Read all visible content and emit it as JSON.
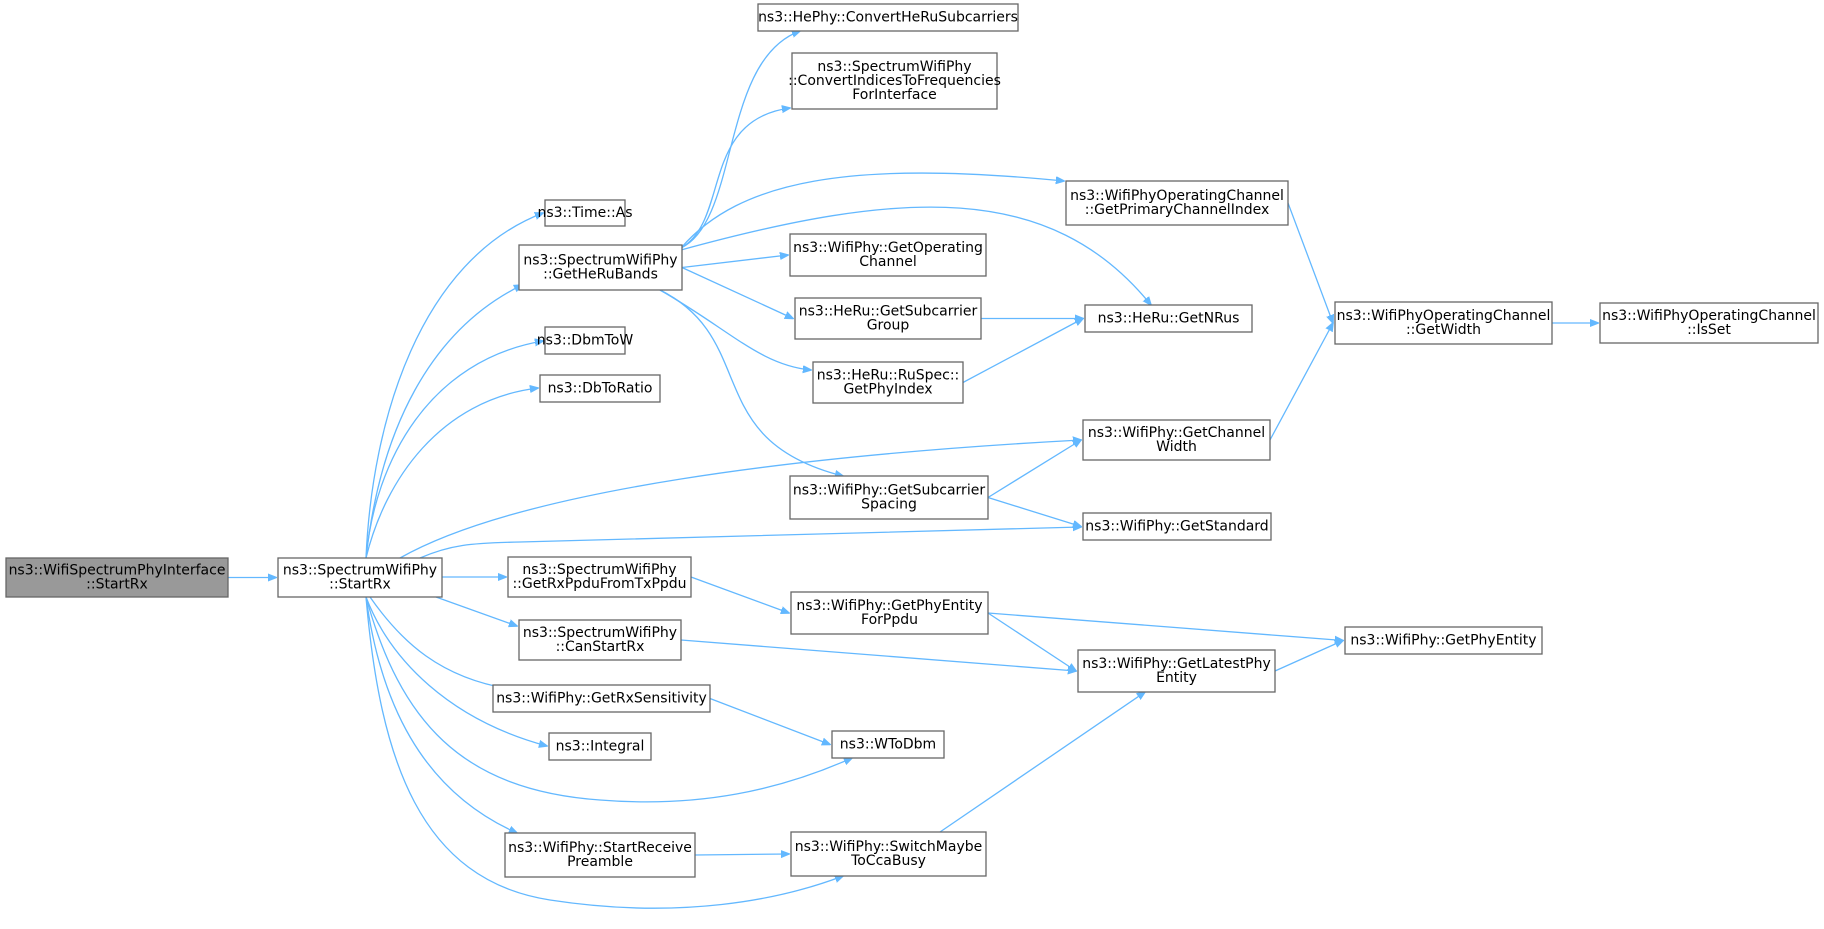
{
  "diagram": {
    "type": "call-graph",
    "colors": {
      "edge": "#63b8ff",
      "node_border": "#666666",
      "node_fill": "#ffffff",
      "root_fill": "#999999"
    },
    "nodes": [
      {
        "id": "root",
        "lines": [
          "ns3::WifiSpectrumPhyInterface",
          "::StartRx"
        ],
        "root": true
      },
      {
        "id": "startrx",
        "lines": [
          "ns3::SpectrumWifiPhy",
          "::StartRx"
        ]
      },
      {
        "id": "timeas",
        "lines": [
          "ns3::Time::As"
        ]
      },
      {
        "id": "getherubands",
        "lines": [
          "ns3::SpectrumWifiPhy",
          "::GetHeRuBands"
        ]
      },
      {
        "id": "dbmtow",
        "lines": [
          "ns3::DbmToW"
        ]
      },
      {
        "id": "dbtoratio",
        "lines": [
          "ns3::DbToRatio"
        ]
      },
      {
        "id": "getrxppdu",
        "lines": [
          "ns3::SpectrumWifiPhy",
          "::GetRxPpduFromTxPpdu"
        ]
      },
      {
        "id": "canstartrx",
        "lines": [
          "ns3::SpectrumWifiPhy",
          "::CanStartRx"
        ]
      },
      {
        "id": "getrxsens",
        "lines": [
          "ns3::WifiPhy::GetRxSensitivity"
        ]
      },
      {
        "id": "integral",
        "lines": [
          "ns3::Integral"
        ]
      },
      {
        "id": "startrecv",
        "lines": [
          "ns3::WifiPhy::StartReceive",
          "Preamble"
        ]
      },
      {
        "id": "convheru",
        "lines": [
          "ns3::HePhy::ConvertHeRuSubcarriers"
        ]
      },
      {
        "id": "convidx",
        "lines": [
          "ns3::SpectrumWifiPhy",
          "::ConvertIndicesToFrequencies",
          "ForInterface"
        ]
      },
      {
        "id": "getopch",
        "lines": [
          "ns3::WifiPhy::GetOperating",
          "Channel"
        ]
      },
      {
        "id": "getsubgrp",
        "lines": [
          "ns3::HeRu::GetSubcarrier",
          "Group"
        ]
      },
      {
        "id": "getphyidx",
        "lines": [
          "ns3::HeRu::RuSpec::",
          "GetPhyIndex"
        ]
      },
      {
        "id": "getsubspc",
        "lines": [
          "ns3::WifiPhy::GetSubcarrier",
          "Spacing"
        ]
      },
      {
        "id": "getphyentppdu",
        "lines": [
          "ns3::WifiPhy::GetPhyEntity",
          "ForPpdu"
        ]
      },
      {
        "id": "wtodbm",
        "lines": [
          "ns3::WToDbm"
        ]
      },
      {
        "id": "switchcca",
        "lines": [
          "ns3::WifiPhy::SwitchMaybe",
          "ToCcaBusy"
        ]
      },
      {
        "id": "getprimidx",
        "lines": [
          "ns3::WifiPhyOperatingChannel",
          "::GetPrimaryChannelIndex"
        ]
      },
      {
        "id": "getnrus",
        "lines": [
          "ns3::HeRu::GetNRus"
        ]
      },
      {
        "id": "getchwidth",
        "lines": [
          "ns3::WifiPhy::GetChannel",
          "Width"
        ]
      },
      {
        "id": "getstd",
        "lines": [
          "ns3::WifiPhy::GetStandard"
        ]
      },
      {
        "id": "getlatest",
        "lines": [
          "ns3::WifiPhy::GetLatestPhy",
          "Entity"
        ]
      },
      {
        "id": "getwidth",
        "lines": [
          "ns3::WifiPhyOperatingChannel",
          "::GetWidth"
        ]
      },
      {
        "id": "getphyent",
        "lines": [
          "ns3::WifiPhy::GetPhyEntity"
        ]
      },
      {
        "id": "isset",
        "lines": [
          "ns3::WifiPhyOperatingChannel",
          "::IsSet"
        ]
      }
    ],
    "edges": [
      [
        "root",
        "startrx"
      ],
      [
        "startrx",
        "timeas"
      ],
      [
        "startrx",
        "getherubands"
      ],
      [
        "startrx",
        "dbmtow"
      ],
      [
        "startrx",
        "dbtoratio"
      ],
      [
        "startrx",
        "getchwidth"
      ],
      [
        "startrx",
        "getstd"
      ],
      [
        "startrx",
        "getrxppdu"
      ],
      [
        "startrx",
        "canstartrx"
      ],
      [
        "startrx",
        "getrxsens"
      ],
      [
        "startrx",
        "integral"
      ],
      [
        "startrx",
        "wtodbm"
      ],
      [
        "startrx",
        "startrecv"
      ],
      [
        "startrx",
        "switchcca"
      ],
      [
        "getherubands",
        "convheru"
      ],
      [
        "getherubands",
        "convidx"
      ],
      [
        "getherubands",
        "getprimidx"
      ],
      [
        "getherubands",
        "getnrus"
      ],
      [
        "getherubands",
        "getopch"
      ],
      [
        "getherubands",
        "getsubgrp"
      ],
      [
        "getherubands",
        "getphyidx"
      ],
      [
        "getherubands",
        "getsubspc"
      ],
      [
        "getsubgrp",
        "getnrus"
      ],
      [
        "getphyidx",
        "getnrus"
      ],
      [
        "getsubspc",
        "getchwidth"
      ],
      [
        "getsubspc",
        "getstd"
      ],
      [
        "getprimidx",
        "getwidth"
      ],
      [
        "getchwidth",
        "getwidth"
      ],
      [
        "getwidth",
        "isset"
      ],
      [
        "getrxppdu",
        "getphyentppdu"
      ],
      [
        "getphyentppdu",
        "getphyent"
      ],
      [
        "getphyentppdu",
        "getlatest"
      ],
      [
        "canstartrx",
        "getlatest"
      ],
      [
        "getlatest",
        "getphyent"
      ],
      [
        "getrxsens",
        "wtodbm"
      ],
      [
        "startrecv",
        "switchcca"
      ],
      [
        "switchcca",
        "getlatest"
      ]
    ]
  }
}
